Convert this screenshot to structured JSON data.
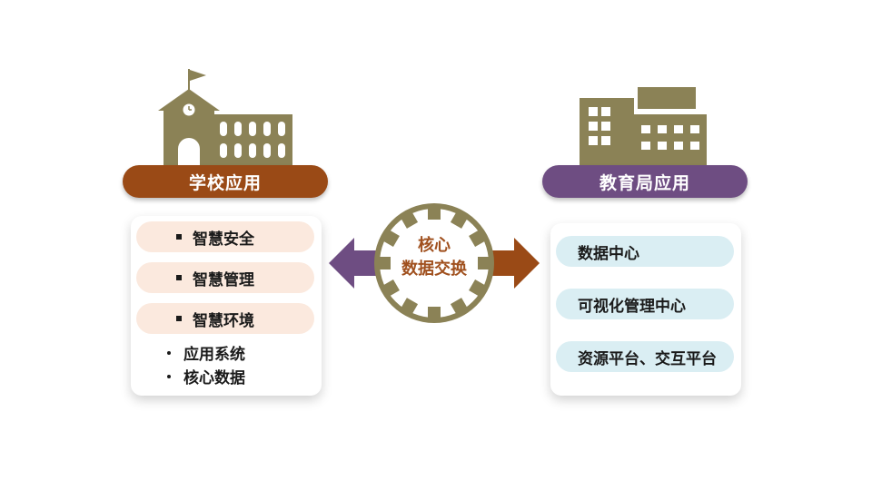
{
  "school": {
    "banner": "学校应用",
    "pill_items": [
      "智慧安全",
      "智慧管理",
      "智慧环境"
    ],
    "plain_items": [
      "应用系统",
      "核心数据"
    ]
  },
  "bureau": {
    "banner": "教育局应用",
    "items": [
      "数据中心",
      "可视化管理中心",
      "资源平台、交互平台"
    ]
  },
  "center": {
    "line1": "核心",
    "line2": "数据交换"
  },
  "colors": {
    "school_brown": "#9a4a16",
    "bureau_purple": "#6e4d82",
    "olive": "#8b8256",
    "pill_peach": "#fbe9de",
    "pill_blue": "#daeef3",
    "text_orange": "#a0501e"
  },
  "icons": [
    "school-building-icon",
    "office-building-icon",
    "gear-icon",
    "left-arrow-icon",
    "right-arrow-icon"
  ]
}
